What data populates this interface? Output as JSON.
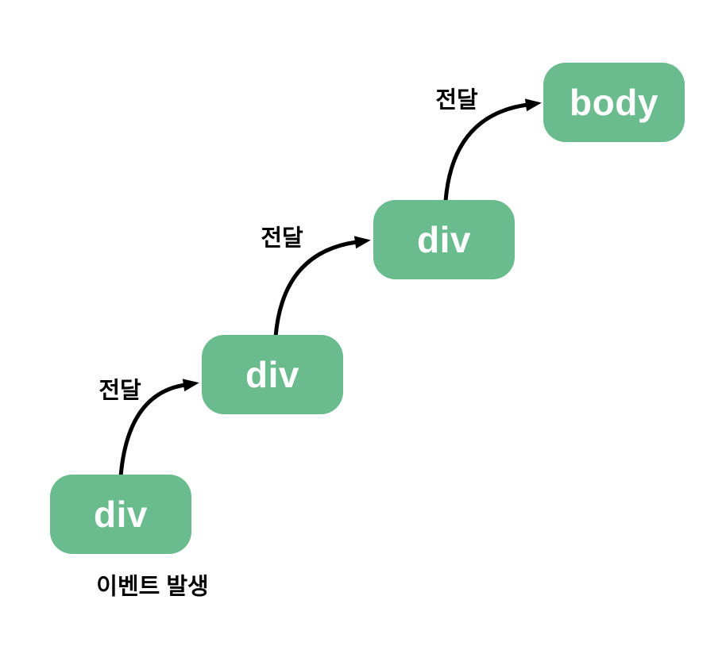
{
  "diagram": {
    "type": "event-bubbling-flow",
    "nodes": [
      {
        "label": "div"
      },
      {
        "label": "div"
      },
      {
        "label": "div"
      },
      {
        "label": "body"
      }
    ],
    "arrow_labels": [
      "전달",
      "전달",
      "전달"
    ],
    "caption": "이벤트 발생",
    "colors": {
      "node_fill": "#6abb8d",
      "node_text": "#ffffff",
      "arrow": "#000000",
      "label_text": "#000000",
      "background": "#ffffff"
    }
  }
}
